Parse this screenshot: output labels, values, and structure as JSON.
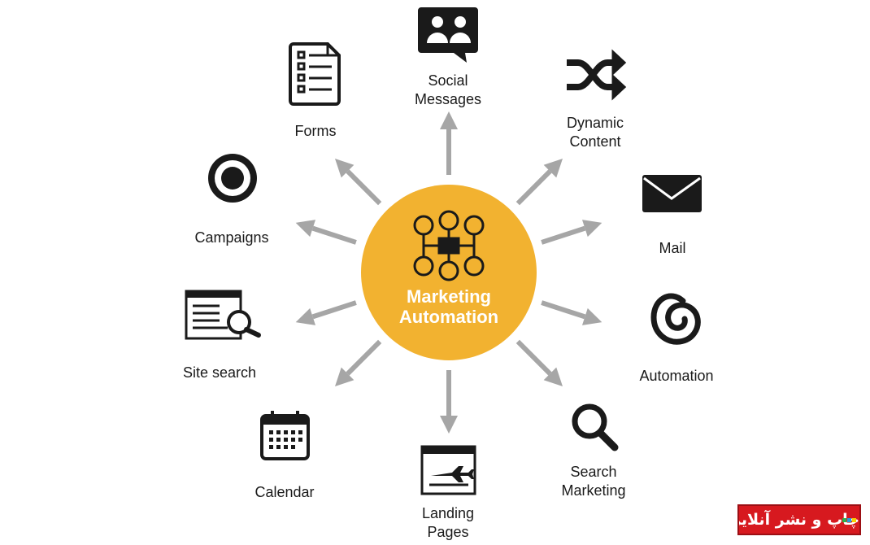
{
  "hub": {
    "title": "Marketing\nAutomation",
    "color": "#f2b230"
  },
  "arrow_color": "#a6a6a6",
  "spokes": [
    {
      "id": "social-messages",
      "label": "Social\nMessages",
      "icon": "chat-bubble-users-icon"
    },
    {
      "id": "dynamic-content",
      "label": "Dynamic\nContent",
      "icon": "shuffle-icon"
    },
    {
      "id": "mail",
      "label": "Mail",
      "icon": "envelope-icon"
    },
    {
      "id": "automation",
      "label": "Automation",
      "icon": "spiral-icon"
    },
    {
      "id": "search-marketing",
      "label": "Search\nMarketing",
      "icon": "magnifier-icon"
    },
    {
      "id": "landing-pages",
      "label": "Landing\nPages",
      "icon": "browser-airplane-icon"
    },
    {
      "id": "calendar",
      "label": "Calendar",
      "icon": "calendar-icon"
    },
    {
      "id": "site-search",
      "label": "Site search",
      "icon": "browser-search-icon"
    },
    {
      "id": "campaigns",
      "label": "Campaigns",
      "icon": "target-icon"
    },
    {
      "id": "forms",
      "label": "Forms",
      "icon": "checklist-form-icon"
    }
  ],
  "watermark": {
    "text": "چاپ و نشر آنلاین",
    "color": "#d7191f"
  }
}
